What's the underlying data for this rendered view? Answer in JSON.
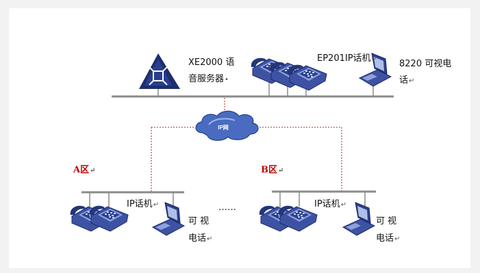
{
  "top": {
    "server_label_line1": "XE2000 语",
    "server_label_line2": "音服务器",
    "ip_phone_label": "EP201IP话机",
    "video_phone_line1": "8220 可视电",
    "video_phone_line2": "话"
  },
  "cloud": {
    "label": "IP网"
  },
  "zone_a": {
    "label": "A区",
    "ip_phone_label": "IP话机",
    "video_line1": "可  视",
    "video_line2": "电话"
  },
  "zone_b": {
    "label": "B区",
    "ip_phone_label": "IP话机",
    "video_line1": "可  视",
    "video_line2": "电话"
  },
  "ellipsis": "……",
  "marks": {
    "para": "↵",
    "dot": "•"
  },
  "colors": {
    "phone": "#2a3f8f",
    "phone_light": "#6f86c6",
    "cloud": "#3f62b5",
    "link": "#c0504d",
    "bus": "#8a8a8a"
  }
}
